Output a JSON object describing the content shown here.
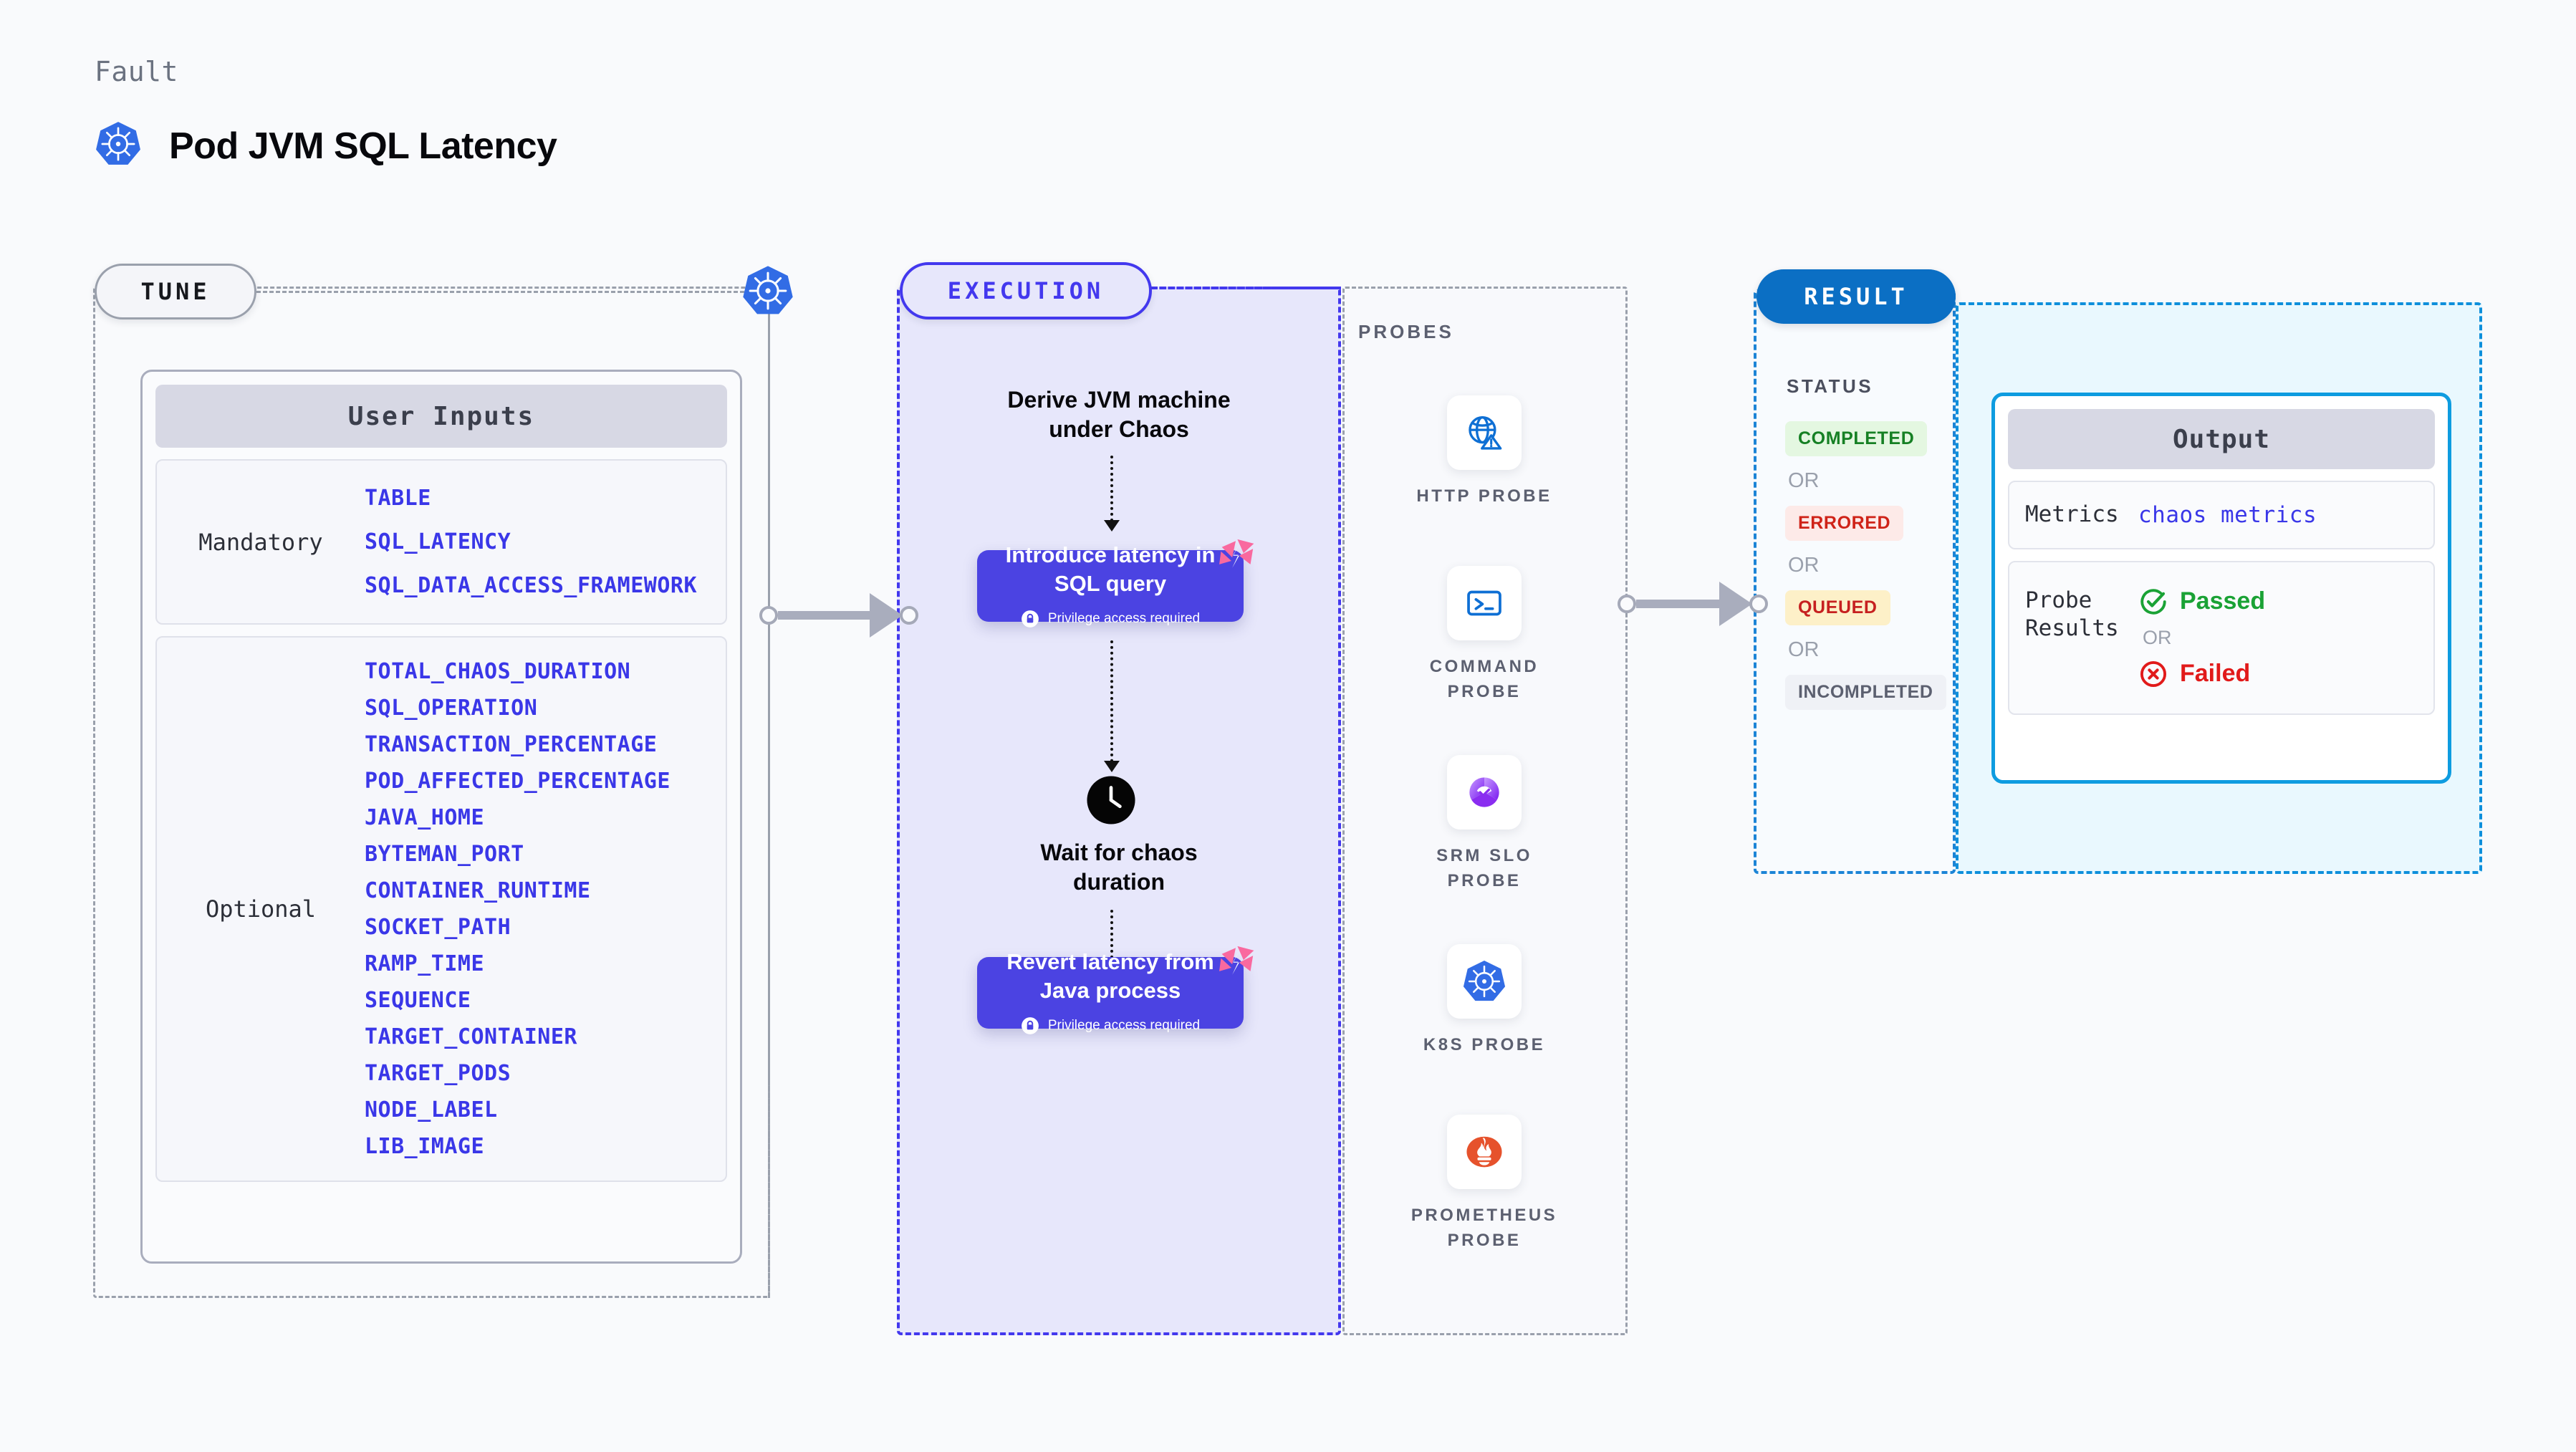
{
  "header": {
    "kicker": "Fault",
    "title": "Pod JVM SQL Latency",
    "icon": "kubernetes-icon"
  },
  "tune": {
    "pill_label": "TUNE",
    "boundary_icon": "kubernetes-icon",
    "user_inputs": {
      "header": "User Inputs",
      "groups": [
        {
          "label": "Mandatory",
          "items": [
            "TABLE",
            "SQL_LATENCY",
            "SQL_DATA_ACCESS_FRAMEWORK"
          ]
        },
        {
          "label": "Optional",
          "items": [
            "TOTAL_CHAOS_DURATION",
            "SQL_OPERATION",
            "TRANSACTION_PERCENTAGE",
            "POD_AFFECTED_PERCENTAGE",
            "JAVA_HOME",
            "BYTEMAN_PORT",
            "CONTAINER_RUNTIME",
            "SOCKET_PATH",
            "RAMP_TIME",
            "SEQUENCE",
            "TARGET_CONTAINER",
            "TARGET_PODS",
            "NODE_LABEL",
            "LIB_IMAGE"
          ]
        }
      ]
    }
  },
  "execution": {
    "pill_label": "EXECUTION",
    "steps": [
      {
        "kind": "text",
        "label": "Derive JVM machine\nunder Chaos"
      },
      {
        "kind": "box",
        "label": "Introduce latency in\nSQL query",
        "privilege": "Privilege access required",
        "badge": "harness-chaos-icon"
      },
      {
        "kind": "clock",
        "label": "Wait for chaos\nduration",
        "icon": "clock-icon"
      },
      {
        "kind": "box",
        "label": "Revert latency from\nJava process",
        "privilege": "Privilege access required",
        "badge": "harness-chaos-icon"
      }
    ]
  },
  "probes": {
    "label": "PROBES",
    "items": [
      {
        "name": "HTTP PROBE",
        "icon": "globe-warning-icon"
      },
      {
        "name": "COMMAND\nPROBE",
        "icon": "terminal-icon"
      },
      {
        "name": "SRM SLO\nPROBE",
        "icon": "srm-slo-icon"
      },
      {
        "name": "K8S PROBE",
        "icon": "kubernetes-icon"
      },
      {
        "name": "PROMETHEUS\nPROBE",
        "icon": "prometheus-icon"
      }
    ]
  },
  "result": {
    "pill_label": "RESULT",
    "status_label": "STATUS",
    "or_label": "OR",
    "statuses": [
      {
        "label": "COMPLETED",
        "bg": "#e4f7e1",
        "fg": "#168024"
      },
      {
        "label": "ERRORED",
        "bg": "#fdeae8",
        "fg": "#cf2318"
      },
      {
        "label": "QUEUED",
        "bg": "#fdf0c8",
        "fg": "#c62020"
      },
      {
        "label": "INCOMPLETED",
        "bg": "#eff1f6",
        "fg": "#5c6070"
      }
    ],
    "output": {
      "header": "Output",
      "metrics_key": "Metrics",
      "metrics_value": "chaos metrics",
      "probe_key": "Probe\nResults",
      "passed_label": "Passed",
      "failed_label": "Failed",
      "or_label": "OR",
      "passed_icon": "check-circle-icon",
      "failed_icon": "x-circle-icon"
    }
  },
  "colors": {
    "accent_indigo": "#4338ee",
    "accent_blue": "#0b6fc4",
    "accent_cyan": "#0e9ce0",
    "k8s_blue": "#326ce5",
    "harness_pink": "#f9699f",
    "step_purple": "#4b43e2",
    "background": "#f9fafc"
  }
}
